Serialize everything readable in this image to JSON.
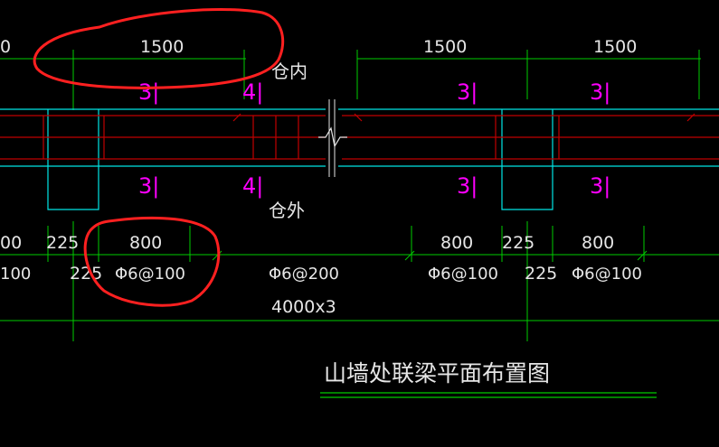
{
  "dimensions": {
    "top_left_partial": "0",
    "top_left": "1500",
    "top_mid": "1500",
    "top_right": "1500",
    "row1_left_partial": "00",
    "row1_225_a": "225",
    "row1_800_a": "800",
    "row1_800_b": "800",
    "row1_225_b": "225",
    "row1_800_c": "800",
    "row2_left_partial": "100",
    "row2_225_a": "225",
    "row2_225_b": "225",
    "total": "4000x3"
  },
  "rebar": {
    "phi6_100_a": "Φ6@100",
    "phi6_200": "Φ6@200",
    "phi6_100_b": "Φ6@100",
    "phi6_100_c": "Φ6@100"
  },
  "labels": {
    "inside": "仓内",
    "outside": "仓外",
    "t31_a": "3|",
    "t41_a": "4|",
    "t31_b": "3|",
    "t31_c": "3|",
    "b31_a": "3|",
    "b41_a": "4|",
    "b31_b": "3|",
    "b31_c": "3|"
  },
  "title": "山墙处联梁平面布置图",
  "colors": {
    "background": "#000000",
    "dimension_line": "#00cc00",
    "beam_outline": "#00e5e5",
    "rebar": "#c00000",
    "section_label": "#ff00ff",
    "annotation": "#ff2020",
    "text": "#e6e6e6"
  }
}
